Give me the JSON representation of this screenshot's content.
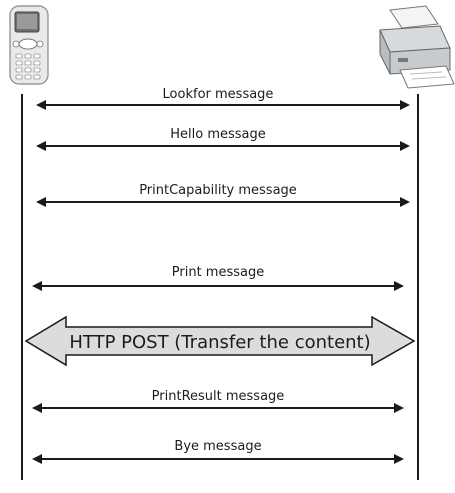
{
  "participants": {
    "sender": {
      "icon": "mobile-phone-icon"
    },
    "receiver": {
      "icon": "printer-icon"
    }
  },
  "messages": [
    {
      "label": "Lookfor message"
    },
    {
      "label": "Hello message"
    },
    {
      "label": "PrintCapability message"
    },
    {
      "label": "Print message"
    },
    {
      "label": "PrintResult message"
    },
    {
      "label": "Bye message"
    }
  ],
  "transfer": {
    "label": "HTTP POST (Transfer the content)"
  },
  "colors": {
    "line": "#1a1a1a",
    "arrow_fill": "#dcdcdc",
    "phone_body": "#e9e9e9",
    "printer_body": "#cfd3d6"
  }
}
